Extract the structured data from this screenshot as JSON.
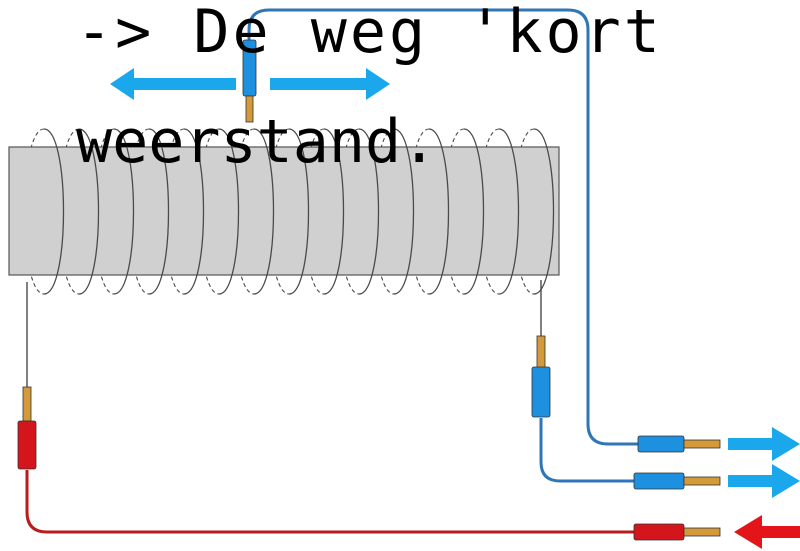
{
  "caption": {
    "line1": "-> De weg 'kort",
    "line2": "weerstand."
  },
  "colors": {
    "background": "#ffffff",
    "core_fill": "#d0d0d0",
    "core_stroke": "#555555",
    "coil_wire": "#4a4a4a",
    "blue_cable": "#2f76b8",
    "blue_plug": "#1e90e0",
    "red_cable": "#b81c1c",
    "red_plug": "#d4151b",
    "brass_pin": "#d49a3a",
    "blue_arrow": "#1aa7ec",
    "red_arrow": "#e3151a",
    "caption_text": "#000000"
  },
  "diagram": {
    "core": "gray-rectangular-core",
    "coil": "wire-winding",
    "slider": "sliding-contact",
    "slider_motion": "both-directions",
    "connectors": [
      {
        "name": "slider-blue-plug",
        "cable": "blue",
        "current": "out"
      },
      {
        "name": "coil-end-blue-plug",
        "cable": "blue",
        "current": "out"
      },
      {
        "name": "coil-start-red-plug",
        "cable": "red",
        "current": "in"
      }
    ]
  }
}
